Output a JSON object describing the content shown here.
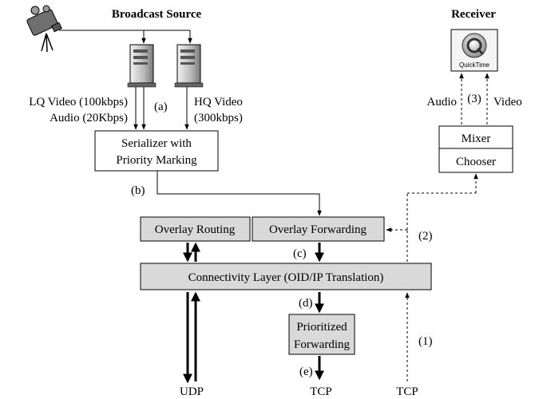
{
  "headers": {
    "broadcast_source": "Broadcast Source",
    "receiver": "Receiver"
  },
  "inputs": {
    "lq_video": "LQ Video (100kbps)",
    "audio_rate": "Audio (20Kbps)",
    "hq_video": "HQ Video",
    "hq_rate": "(300kbps)"
  },
  "boxes": {
    "serializer_line1": "Serializer with",
    "serializer_line2": "Priority Marking",
    "overlay_routing": "Overlay Routing",
    "overlay_forwarding": "Overlay Forwarding",
    "connectivity_layer": "Connectivity Layer (OID/IP Translation)",
    "prioritized_line1": "Prioritized",
    "prioritized_line2": "Forwarding",
    "mixer": "Mixer",
    "chooser": "Chooser",
    "quicktime": "QuickTime"
  },
  "step_labels": {
    "a": "(a)",
    "b": "(b)",
    "c": "(c)",
    "d": "(d)",
    "e": "(e)",
    "s1": "(1)",
    "s2": "(2)",
    "s3": "(3)"
  },
  "receiver_labels": {
    "audio": "Audio",
    "video": "Video"
  },
  "transport": {
    "udp": "UDP",
    "tcp_out": "TCP",
    "tcp_in": "TCP"
  },
  "colors": {
    "grey_box": "#d9d9d9",
    "line": "#000000"
  }
}
